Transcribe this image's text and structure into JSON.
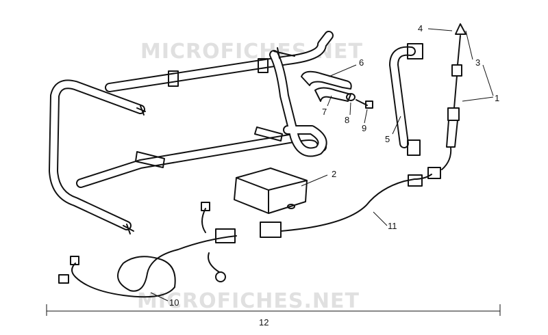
{
  "watermarks": [
    "MICROFICHES.NET",
    "MICROFICHES.NET"
  ],
  "callouts": {
    "c1": "1",
    "c2": "2",
    "c3": "3",
    "c4": "4",
    "c5": "5",
    "c6": "6",
    "c7": "7",
    "c8": "8",
    "c9": "9",
    "c10": "10",
    "c11": "11",
    "c12": "12"
  }
}
